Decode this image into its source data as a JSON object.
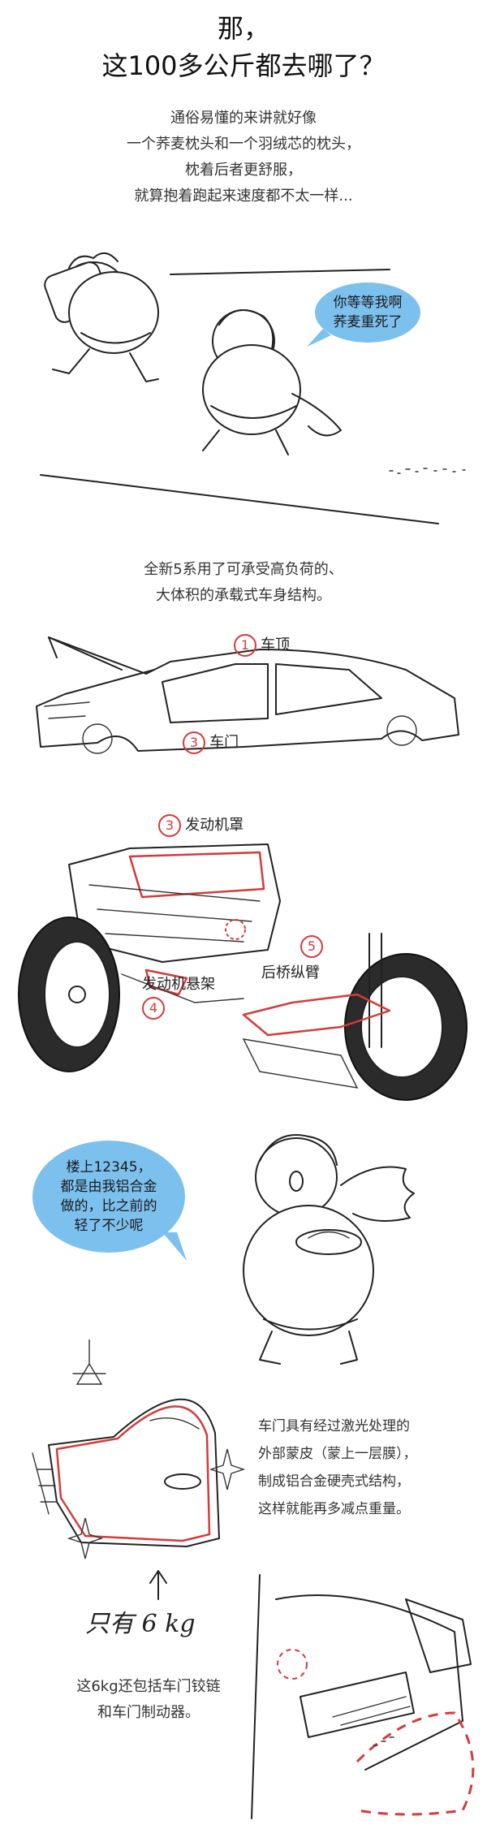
{
  "title": {
    "line1": "那，",
    "line2": "这100多公斤都去哪了？"
  },
  "intro": {
    "line1": "通俗易懂的来讲就好像",
    "line2": "一个荞麦枕头和一个羽绒芯的枕头，",
    "line3": "枕着后者更舒服，",
    "line4": "就算抱着跑起来速度都不太一样..."
  },
  "bubble1": {
    "line1": "你等等我啊",
    "line2": "荞麦重死了"
  },
  "structure_text": {
    "line1": "全新5系用了可承受高负荷的、",
    "line2": "大体积的承载式车身结构。"
  },
  "car_labels": {
    "roof_num": "1",
    "roof": "车顶",
    "door_num": "3",
    "door": "车门"
  },
  "chassis_labels": {
    "hood_num": "3",
    "hood": "发动机罩",
    "mount_num": "4",
    "mount": "发动机悬架",
    "arm_num": "5",
    "arm": "后桥纵臂"
  },
  "bubble2": {
    "line1": "楼上12345，",
    "line2": "都是由我铝合金",
    "line3": "做的，比之前的",
    "line4": "轻了不少呢"
  },
  "door_text": {
    "line1": "车门具有经过激光处理的",
    "line2": "外部蒙皮（蒙上一层膜），",
    "line3": "制成铝合金硬壳式结构，",
    "line4": "这样就能再多减点重量。"
  },
  "handwritten": "只有 6 kg",
  "hinge_text": {
    "line1": "这6kg还包括车门铰链",
    "line2": "和车门制动器。"
  },
  "colors": {
    "accent_red": "#d63a3a",
    "bubble_blue": "#7cc0ee"
  }
}
